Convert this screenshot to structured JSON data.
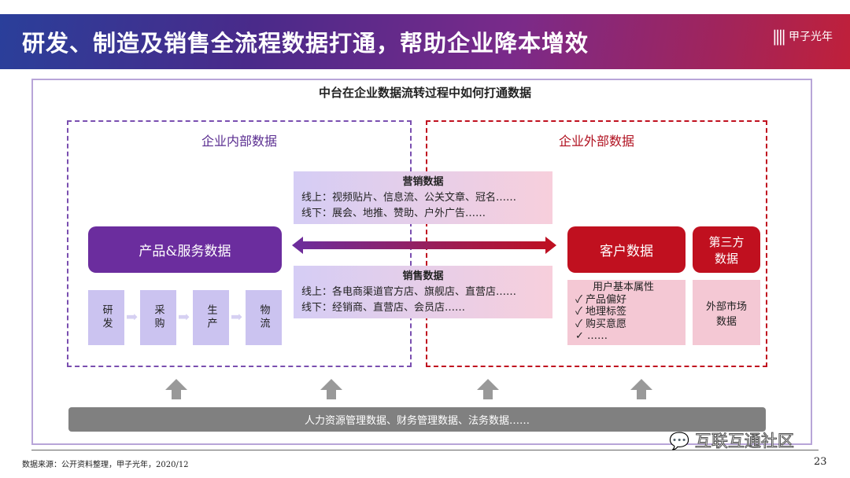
{
  "header": {
    "title": "研发、制造及销售全流程数据打通，帮助企业降本增效",
    "logo_text": "甲子光年"
  },
  "main_title": "中台在企业数据流转过程中如何打通数据",
  "internal": {
    "label": "企业内部数据",
    "product": "产品&服务数据",
    "steps": [
      "研发",
      "采购",
      "生产",
      "物流"
    ]
  },
  "external": {
    "label": "企业外部数据",
    "customer": "客户数据",
    "third_party": "第三方数据",
    "customer_attrs": {
      "title": "用户基本属性",
      "items": [
        "产品偏好",
        "地理标签",
        "购买意愿",
        "……"
      ]
    },
    "external_market": "外部市场数据"
  },
  "marketing": {
    "title": "营销数据",
    "online": "线上：视频贴片、信息流、公关文章、冠名……",
    "offline": "线下：展会、地推、赞助、户外广告……"
  },
  "sales": {
    "title": "销售数据",
    "online": "线上：各电商渠道官方店、旗舰店、直营店……",
    "offline": "线下：经销商、直营店、会员店……"
  },
  "base_bar": "人力资源管理数据、财务管理数据、法务数据……",
  "footer": {
    "source": "数据来源：公开资料整理，甲子光年，2020/12",
    "page": "23",
    "watermark": "互联互通社区"
  },
  "colors": {
    "purple": "#6b2d9e",
    "red": "#c0101f"
  }
}
